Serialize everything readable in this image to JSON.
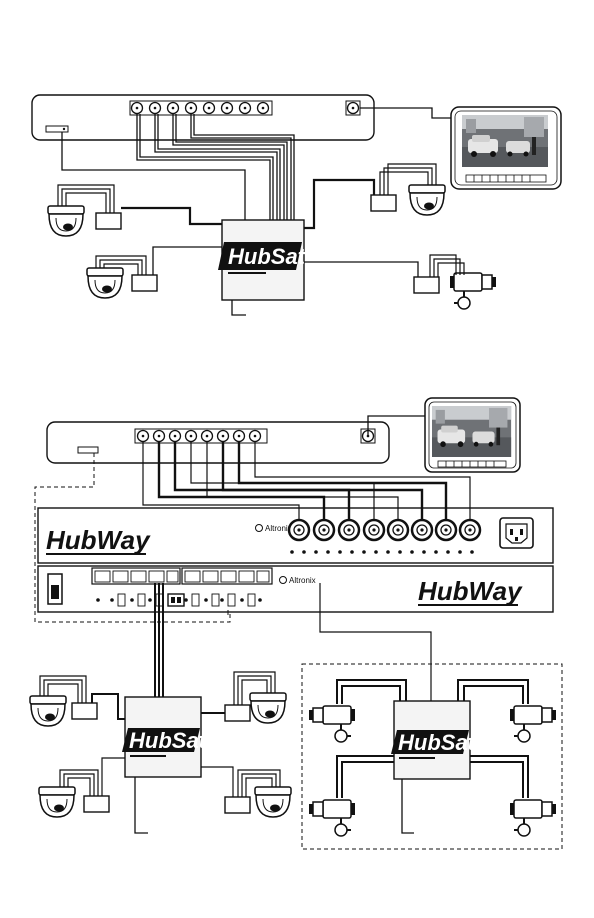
{
  "colors": {
    "line": "#111111",
    "panel": "#ffffff",
    "box_fill": "#f4f4f4",
    "screen": "#6f7276",
    "sky": "#c9cccf"
  },
  "top_diagram": {
    "hub_label": "HubSat"
  },
  "bottom_diagram": {
    "hub_left_label": "HubSat",
    "hub_right_label": "HubSat",
    "hubway_top_label": "HubWay",
    "hubway_bottom_label": "HubWay",
    "brand_top": "Altronix",
    "brand_bottom": "Altronix"
  },
  "icons": [
    "dome-camera-icon",
    "box-camera-icon",
    "monitor-icon",
    "bnc-connector-icon",
    "rj45-port-icon",
    "power-inlet-icon",
    "power-switch-icon"
  ]
}
